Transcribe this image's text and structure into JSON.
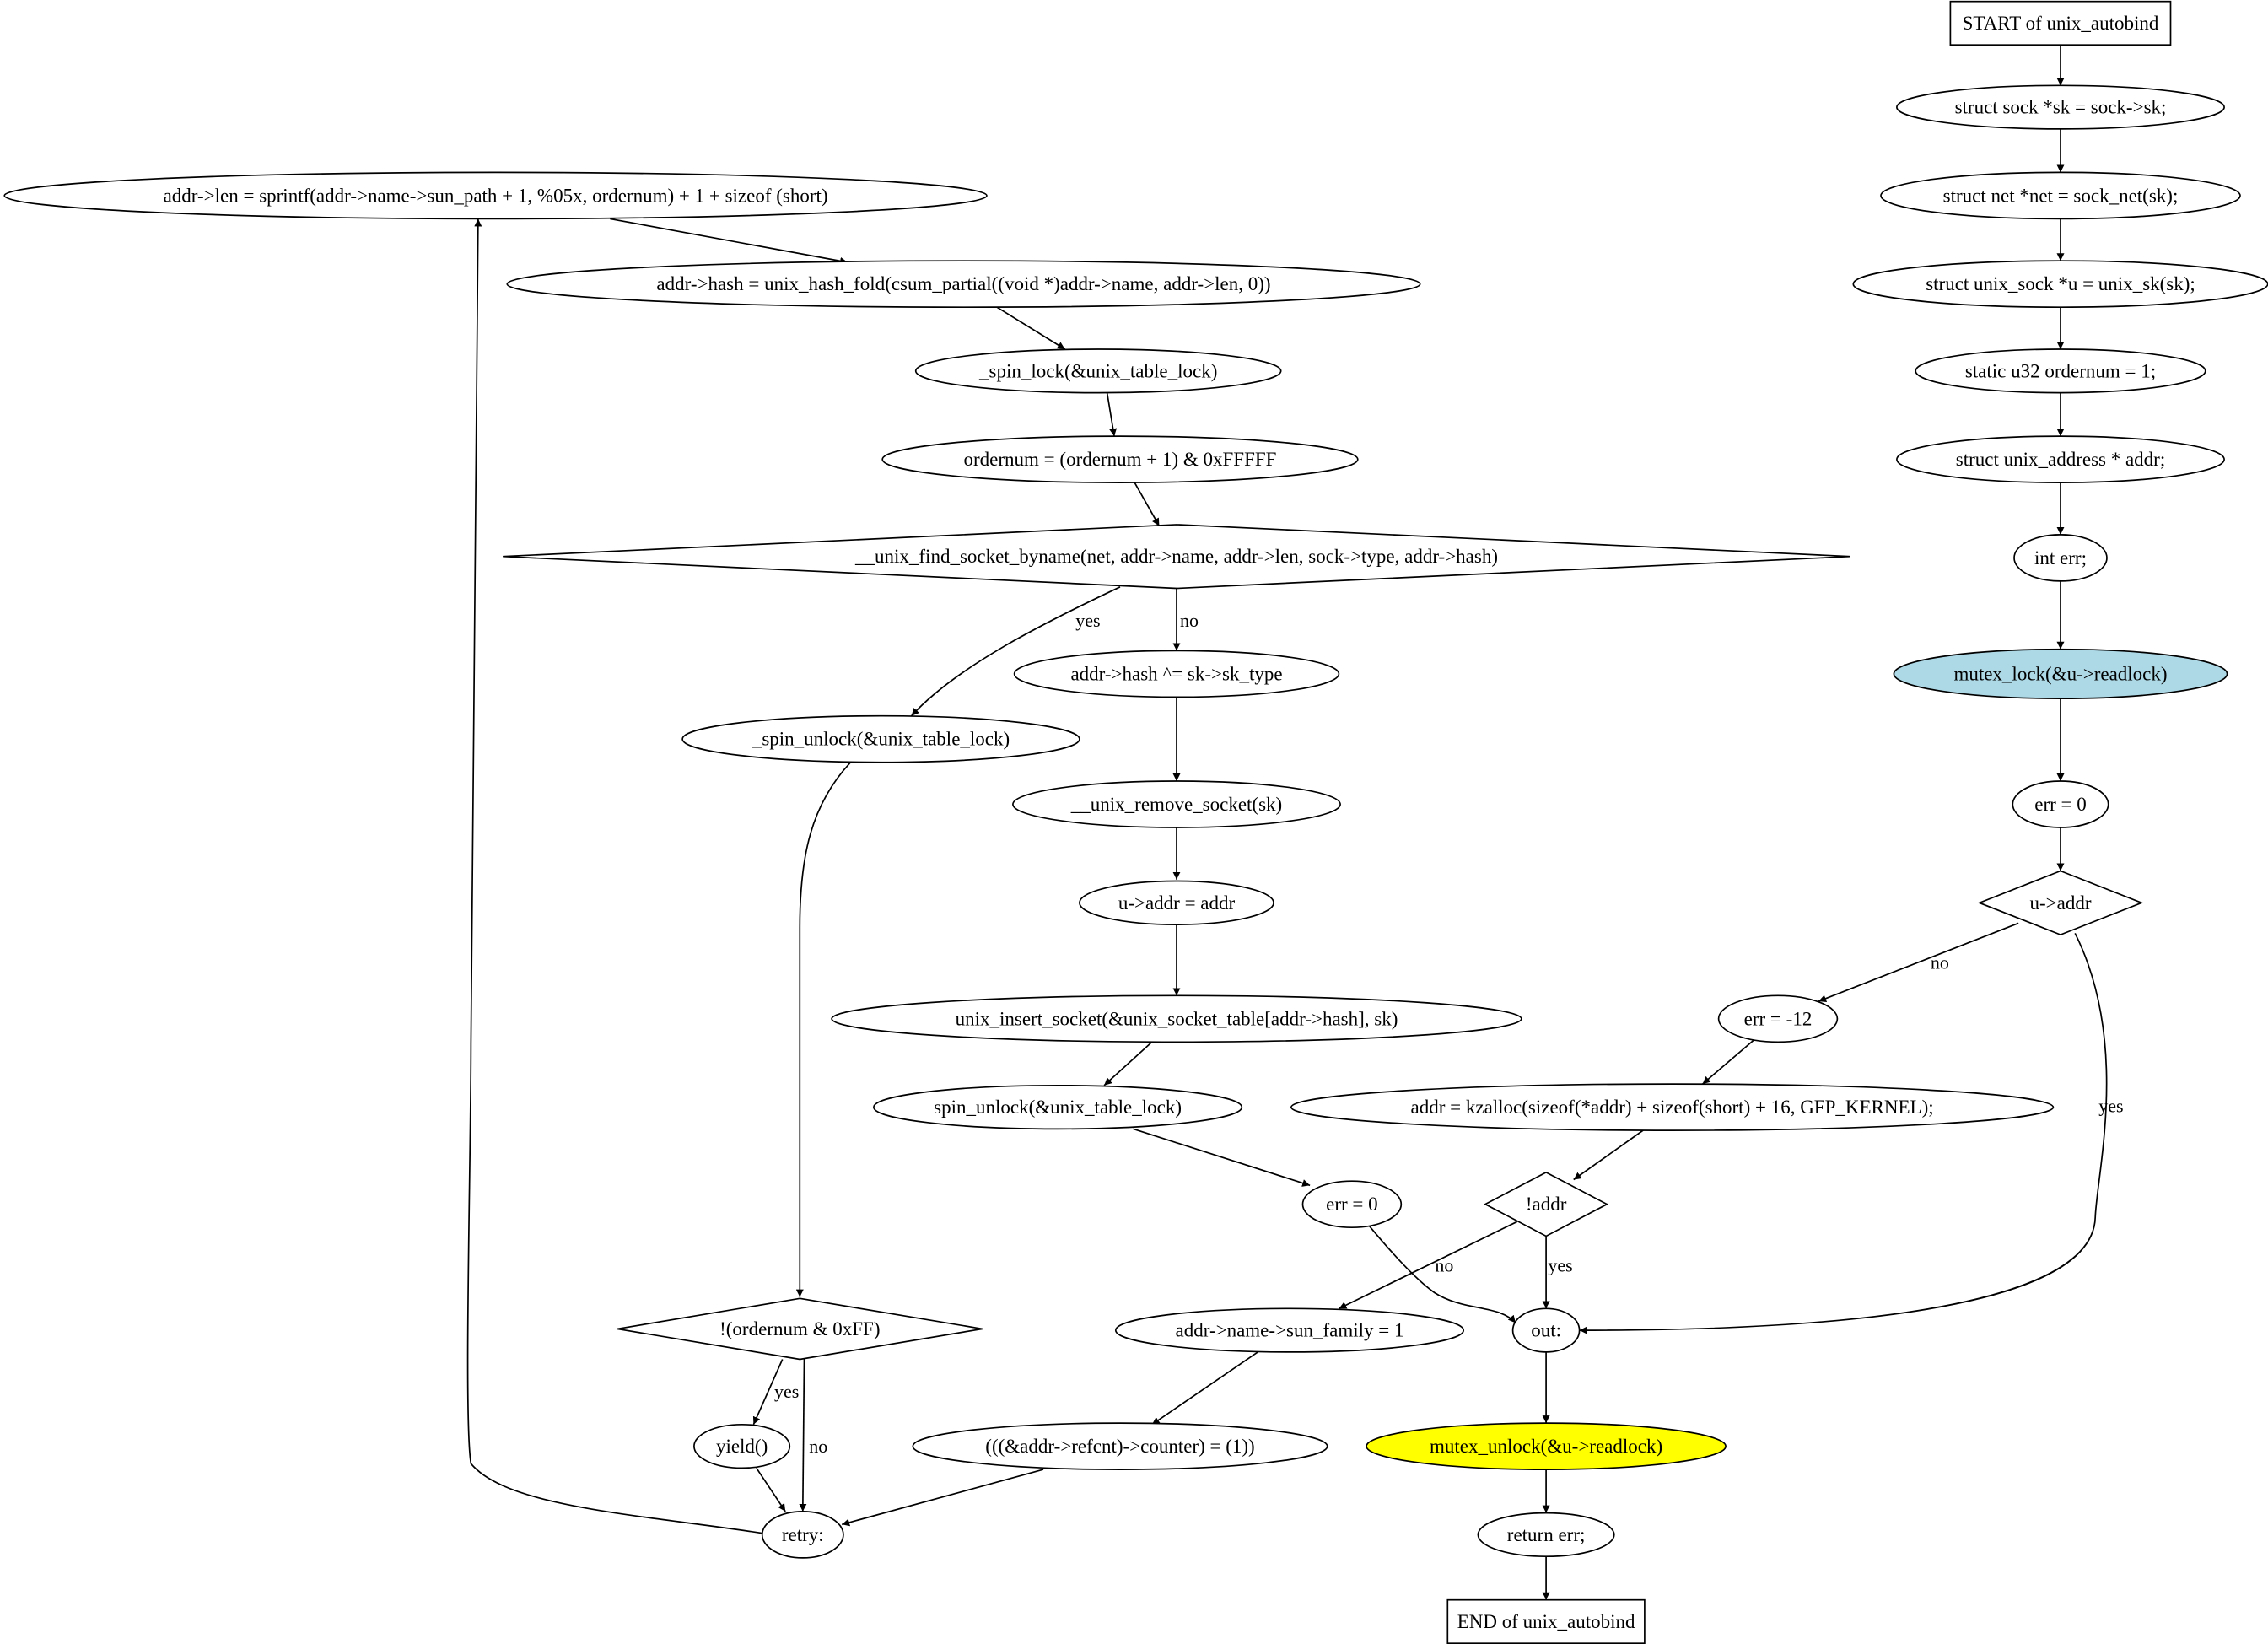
{
  "diagram": {
    "colors": {
      "line": "#000000",
      "background": "#ffffff",
      "lock_node_fill": "#add8e6",
      "unlock_node_fill": "#ffff00"
    },
    "nodes": [
      {
        "id": "start",
        "shape": "box",
        "label": "START of unix_autobind"
      },
      {
        "id": "sk",
        "shape": "ellipse",
        "label": "struct sock *sk = sock->sk;"
      },
      {
        "id": "net",
        "shape": "ellipse",
        "label": "struct net *net = sock_net(sk);"
      },
      {
        "id": "u",
        "shape": "ellipse",
        "label": "struct unix_sock *u = unix_sk(sk);"
      },
      {
        "id": "ordernum_decl",
        "shape": "ellipse",
        "label": "static u32 ordernum = 1;"
      },
      {
        "id": "addr_decl",
        "shape": "ellipse",
        "label": "struct unix_address * addr;"
      },
      {
        "id": "err_decl",
        "shape": "ellipse",
        "label": "int err;"
      },
      {
        "id": "mutex_lock",
        "shape": "ellipse",
        "label": "mutex_lock(&u->readlock)",
        "fill": "#add8e6"
      },
      {
        "id": "err0_a",
        "shape": "ellipse",
        "label": "err = 0"
      },
      {
        "id": "uaddr_cond",
        "shape": "diamond",
        "label": "u->addr"
      },
      {
        "id": "err12",
        "shape": "ellipse",
        "label": "err = -12"
      },
      {
        "id": "kzalloc",
        "shape": "ellipse",
        "label": "addr = kzalloc(sizeof(*addr) + sizeof(short) + 16, GFP_KERNEL);"
      },
      {
        "id": "notaddr_cond",
        "shape": "diamond",
        "label": "!addr"
      },
      {
        "id": "out",
        "shape": "ellipse",
        "label": "out:"
      },
      {
        "id": "mutex_unlock",
        "shape": "ellipse",
        "label": "mutex_unlock(&u->readlock)",
        "fill": "#ffff00"
      },
      {
        "id": "return",
        "shape": "ellipse",
        "label": "return err;"
      },
      {
        "id": "end",
        "shape": "box",
        "label": "END of unix_autobind"
      },
      {
        "id": "sun_family",
        "shape": "ellipse",
        "label": "addr->name->sun_family = 1"
      },
      {
        "id": "refcnt",
        "shape": "ellipse",
        "label": "(((&addr->refcnt)->counter) = (1))"
      },
      {
        "id": "retry",
        "shape": "ellipse",
        "label": "retry:"
      },
      {
        "id": "len",
        "shape": "ellipse",
        "label": "addr->len = sprintf(addr->name->sun_path + 1, %05x, ordernum) + 1 + sizeof (short)"
      },
      {
        "id": "hash",
        "shape": "ellipse",
        "label": "addr->hash = unix_hash_fold(csum_partial((void *)addr->name, addr->len, 0))"
      },
      {
        "id": "spin_lock",
        "shape": "ellipse",
        "label": "_spin_lock(&unix_table_lock)"
      },
      {
        "id": "ordernum_inc",
        "shape": "ellipse",
        "label": "ordernum = (ordernum + 1) & 0xFFFFF"
      },
      {
        "id": "find_cond",
        "shape": "diamond",
        "label": "__unix_find_socket_byname(net, addr->name, addr->len, sock->type, addr->hash)"
      },
      {
        "id": "spin_unlock_a",
        "shape": "ellipse",
        "label": "_spin_unlock(&unix_table_lock)"
      },
      {
        "id": "hash_xor",
        "shape": "ellipse",
        "label": "addr->hash ^= sk->sk_type"
      },
      {
        "id": "remove",
        "shape": "ellipse",
        "label": "__unix_remove_socket(sk)"
      },
      {
        "id": "uaddr_assign",
        "shape": "ellipse",
        "label": "u->addr = addr"
      },
      {
        "id": "insert",
        "shape": "ellipse",
        "label": "unix_insert_socket(&unix_socket_table[addr->hash], sk)"
      },
      {
        "id": "spin_unlock_b",
        "shape": "ellipse",
        "label": "spin_unlock(&unix_table_lock)"
      },
      {
        "id": "err0_b",
        "shape": "ellipse",
        "label": "err = 0"
      },
      {
        "id": "ordernum_cond",
        "shape": "diamond",
        "label": "!(ordernum & 0xFF)"
      },
      {
        "id": "yield",
        "shape": "ellipse",
        "label": "yield()"
      }
    ],
    "edges": [
      {
        "from": "start",
        "to": "sk",
        "label": ""
      },
      {
        "from": "sk",
        "to": "net",
        "label": ""
      },
      {
        "from": "net",
        "to": "u",
        "label": ""
      },
      {
        "from": "u",
        "to": "ordernum_decl",
        "label": ""
      },
      {
        "from": "ordernum_decl",
        "to": "addr_decl",
        "label": ""
      },
      {
        "from": "addr_decl",
        "to": "err_decl",
        "label": ""
      },
      {
        "from": "err_decl",
        "to": "mutex_lock",
        "label": ""
      },
      {
        "from": "mutex_lock",
        "to": "err0_a",
        "label": ""
      },
      {
        "from": "err0_a",
        "to": "uaddr_cond",
        "label": ""
      },
      {
        "from": "uaddr_cond",
        "to": "err12",
        "label": "no"
      },
      {
        "from": "uaddr_cond",
        "to": "out",
        "label": "yes"
      },
      {
        "from": "err12",
        "to": "kzalloc",
        "label": ""
      },
      {
        "from": "kzalloc",
        "to": "notaddr_cond",
        "label": ""
      },
      {
        "from": "notaddr_cond",
        "to": "sun_family",
        "label": "no"
      },
      {
        "from": "notaddr_cond",
        "to": "out",
        "label": "yes"
      },
      {
        "from": "out",
        "to": "mutex_unlock",
        "label": ""
      },
      {
        "from": "mutex_unlock",
        "to": "return",
        "label": ""
      },
      {
        "from": "return",
        "to": "end",
        "label": ""
      },
      {
        "from": "sun_family",
        "to": "refcnt",
        "label": ""
      },
      {
        "from": "refcnt",
        "to": "retry",
        "label": ""
      },
      {
        "from": "retry",
        "to": "len",
        "label": ""
      },
      {
        "from": "len",
        "to": "hash",
        "label": ""
      },
      {
        "from": "hash",
        "to": "spin_lock",
        "label": ""
      },
      {
        "from": "spin_lock",
        "to": "ordernum_inc",
        "label": ""
      },
      {
        "from": "ordernum_inc",
        "to": "find_cond",
        "label": ""
      },
      {
        "from": "find_cond",
        "to": "spin_unlock_a",
        "label": "yes"
      },
      {
        "from": "find_cond",
        "to": "hash_xor",
        "label": "no"
      },
      {
        "from": "hash_xor",
        "to": "remove",
        "label": ""
      },
      {
        "from": "remove",
        "to": "uaddr_assign",
        "label": ""
      },
      {
        "from": "uaddr_assign",
        "to": "insert",
        "label": ""
      },
      {
        "from": "insert",
        "to": "spin_unlock_b",
        "label": ""
      },
      {
        "from": "spin_unlock_b",
        "to": "err0_b",
        "label": ""
      },
      {
        "from": "err0_b",
        "to": "out",
        "label": ""
      },
      {
        "from": "spin_unlock_a",
        "to": "ordernum_cond",
        "label": ""
      },
      {
        "from": "ordernum_cond",
        "to": "yield",
        "label": "yes"
      },
      {
        "from": "ordernum_cond",
        "to": "retry",
        "label": "no"
      },
      {
        "from": "yield",
        "to": "retry",
        "label": ""
      }
    ]
  }
}
